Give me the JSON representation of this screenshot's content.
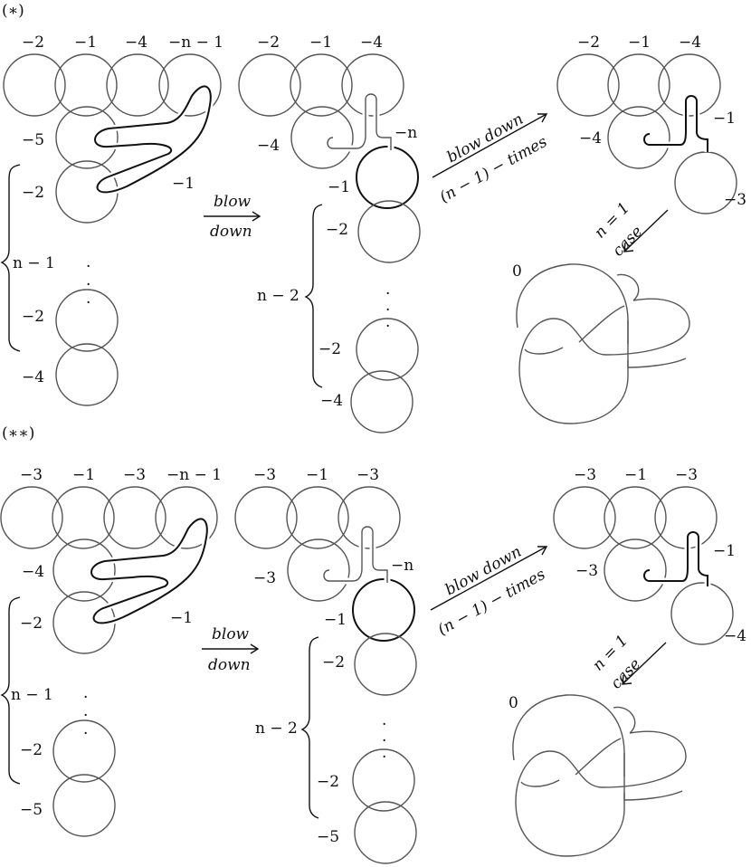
{
  "section_a": {
    "marker": "(∗)",
    "diagram1": {
      "top_labels": [
        "−2",
        "−1",
        "−4",
        "−n − 1"
      ],
      "side_label": "−5",
      "chain_first": "−2",
      "chain_last": "−2",
      "bottom_label": "−4",
      "bold_label": "−1",
      "brace_label": "n − 1"
    },
    "arrow": {
      "top": "blow",
      "bottom": "down"
    },
    "diagram2": {
      "top_labels": [
        "−2",
        "−1",
        "−4"
      ],
      "side_label": "−4",
      "hook_label": "−n",
      "bold_label": "−1",
      "chain_first": "−2",
      "chain_last": "−2",
      "bottom_label": "−4",
      "brace_label": "n − 2"
    },
    "diag_arrow": {
      "top": "blow down",
      "bottom": "(n − 1) − times"
    },
    "diagram3": {
      "top_labels": [
        "−2",
        "−1",
        "−4"
      ],
      "left_label": "−4",
      "hook_label": "−1",
      "bottom_label": "−3"
    },
    "case_arrow": {
      "top": "n = 1",
      "bottom": "case"
    },
    "knot_label": "0"
  },
  "section_b": {
    "marker": "(∗∗)",
    "diagram1": {
      "top_labels": [
        "−3",
        "−1",
        "−3",
        "−n − 1"
      ],
      "side_label": "−4",
      "chain_first": "−2",
      "chain_last": "−2",
      "bottom_label": "−5",
      "bold_label": "−1",
      "brace_label": "n − 1"
    },
    "arrow": {
      "top": "blow",
      "bottom": "down"
    },
    "diagram2": {
      "top_labels": [
        "−3",
        "−1",
        "−3"
      ],
      "side_label": "−3",
      "hook_label": "−n",
      "bold_label": "−1",
      "chain_first": "−2",
      "chain_last": "−2",
      "bottom_label": "−5",
      "brace_label": "n − 2"
    },
    "diag_arrow": {
      "top": "blow down",
      "bottom": "(n − 1) − times"
    },
    "diagram3": {
      "top_labels": [
        "−3",
        "−1",
        "−3"
      ],
      "left_label": "−3",
      "hook_label": "−1",
      "bottom_label": "−4"
    },
    "case_arrow": {
      "top": "n = 1",
      "bottom": "case"
    },
    "knot_label": "0"
  }
}
